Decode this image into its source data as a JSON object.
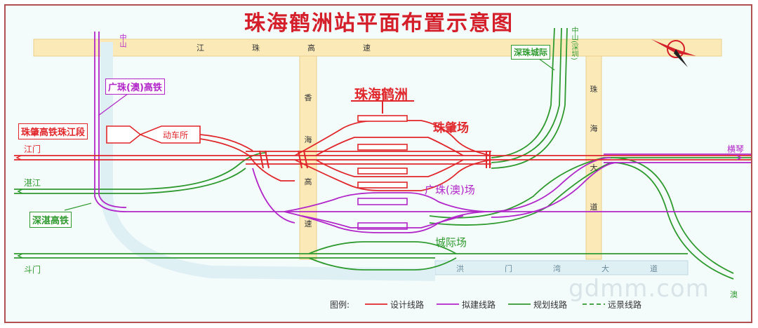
{
  "title": "珠海鹤洲站平面布置示意图",
  "station_name": "珠海鹤洲",
  "watermark": "gdmm.com",
  "roads": {
    "jiangzhu": "江珠高速",
    "xianghai": "香海高速",
    "zhuhai_dadao": "珠海大道",
    "hemenwan": "洪门湾大道"
  },
  "yards": {
    "zhuzhao": "珠肇场",
    "guangzhu": "广珠(澳)场",
    "chengji": "城际场"
  },
  "labels": {
    "guangzhu_hsr": "广珠(澳)高铁",
    "zhuzhao_hsr": "珠肇高铁珠江段",
    "zhanzhan_hsr": "深湛高铁",
    "shenzhu_intercity": "深珠城际",
    "depot": "动车所",
    "zhongshan_left": "中山",
    "zhongshan_right": "中山(深圳)",
    "jiangmen": "江门",
    "zhanjiang": "湛江",
    "doumen": "斗门",
    "hengqin": "横琴",
    "macau": "澳"
  },
  "legend": {
    "prefix": "图例:",
    "designed": "设计线路",
    "proposed": "拟建线路",
    "planned": "规划线路",
    "longterm": "远景线路"
  },
  "colors": {
    "designed": "#e0262a",
    "proposed": "#b126c8",
    "planned": "#2f9a2f",
    "road": "#fbeab8",
    "title": "#d41f2a"
  }
}
